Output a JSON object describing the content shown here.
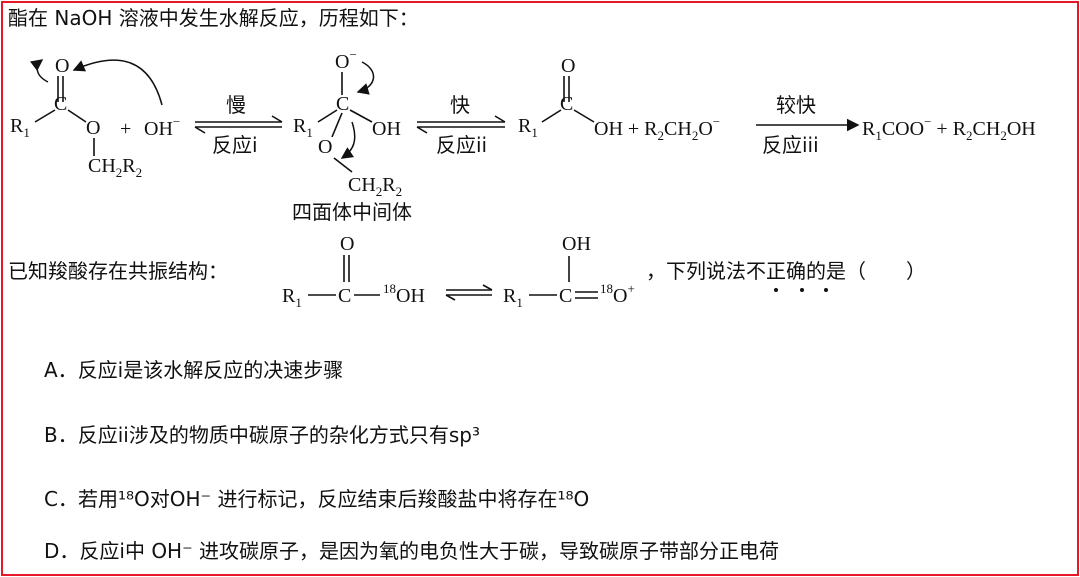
{
  "intro": "酯在 NaOH 溶液中发生水解反应，历程如下：",
  "scheme": {
    "step1_top": "慢",
    "step1_bottom": "反应i",
    "step2_top": "快",
    "step2_bottom": "反应ii",
    "step3_top": "较快",
    "step3_bottom": "反应iii",
    "intermediate_label": "四面体中间体",
    "plus": "+",
    "oh_minus": "OH⁻",
    "products_mid": "OH + R₂CH₂O⁻",
    "final_products": "R₁COO⁻ + R₂CH₂OH"
  },
  "resonance": {
    "lead": "已知羧酸存在共振结构：",
    "tail": "，下列说法",
    "emphasis": "不正确",
    "end": "的是（　　）"
  },
  "options": [
    {
      "key": "A．",
      "text": "反应i是该水解反应的决速步骤"
    },
    {
      "key": "B．",
      "text": "反应ii涉及的物质中碳原子的杂化方式只有sp³"
    },
    {
      "key": "C．",
      "text": "若用¹⁸O对OH⁻ 进行标记，反应结束后羧酸盐中将存在¹⁸O"
    },
    {
      "key": "D．",
      "text": "反应i中 OH⁻ 进攻碳原子，是因为氧的电负性大于碳，导致碳原子带部分正电荷"
    }
  ]
}
